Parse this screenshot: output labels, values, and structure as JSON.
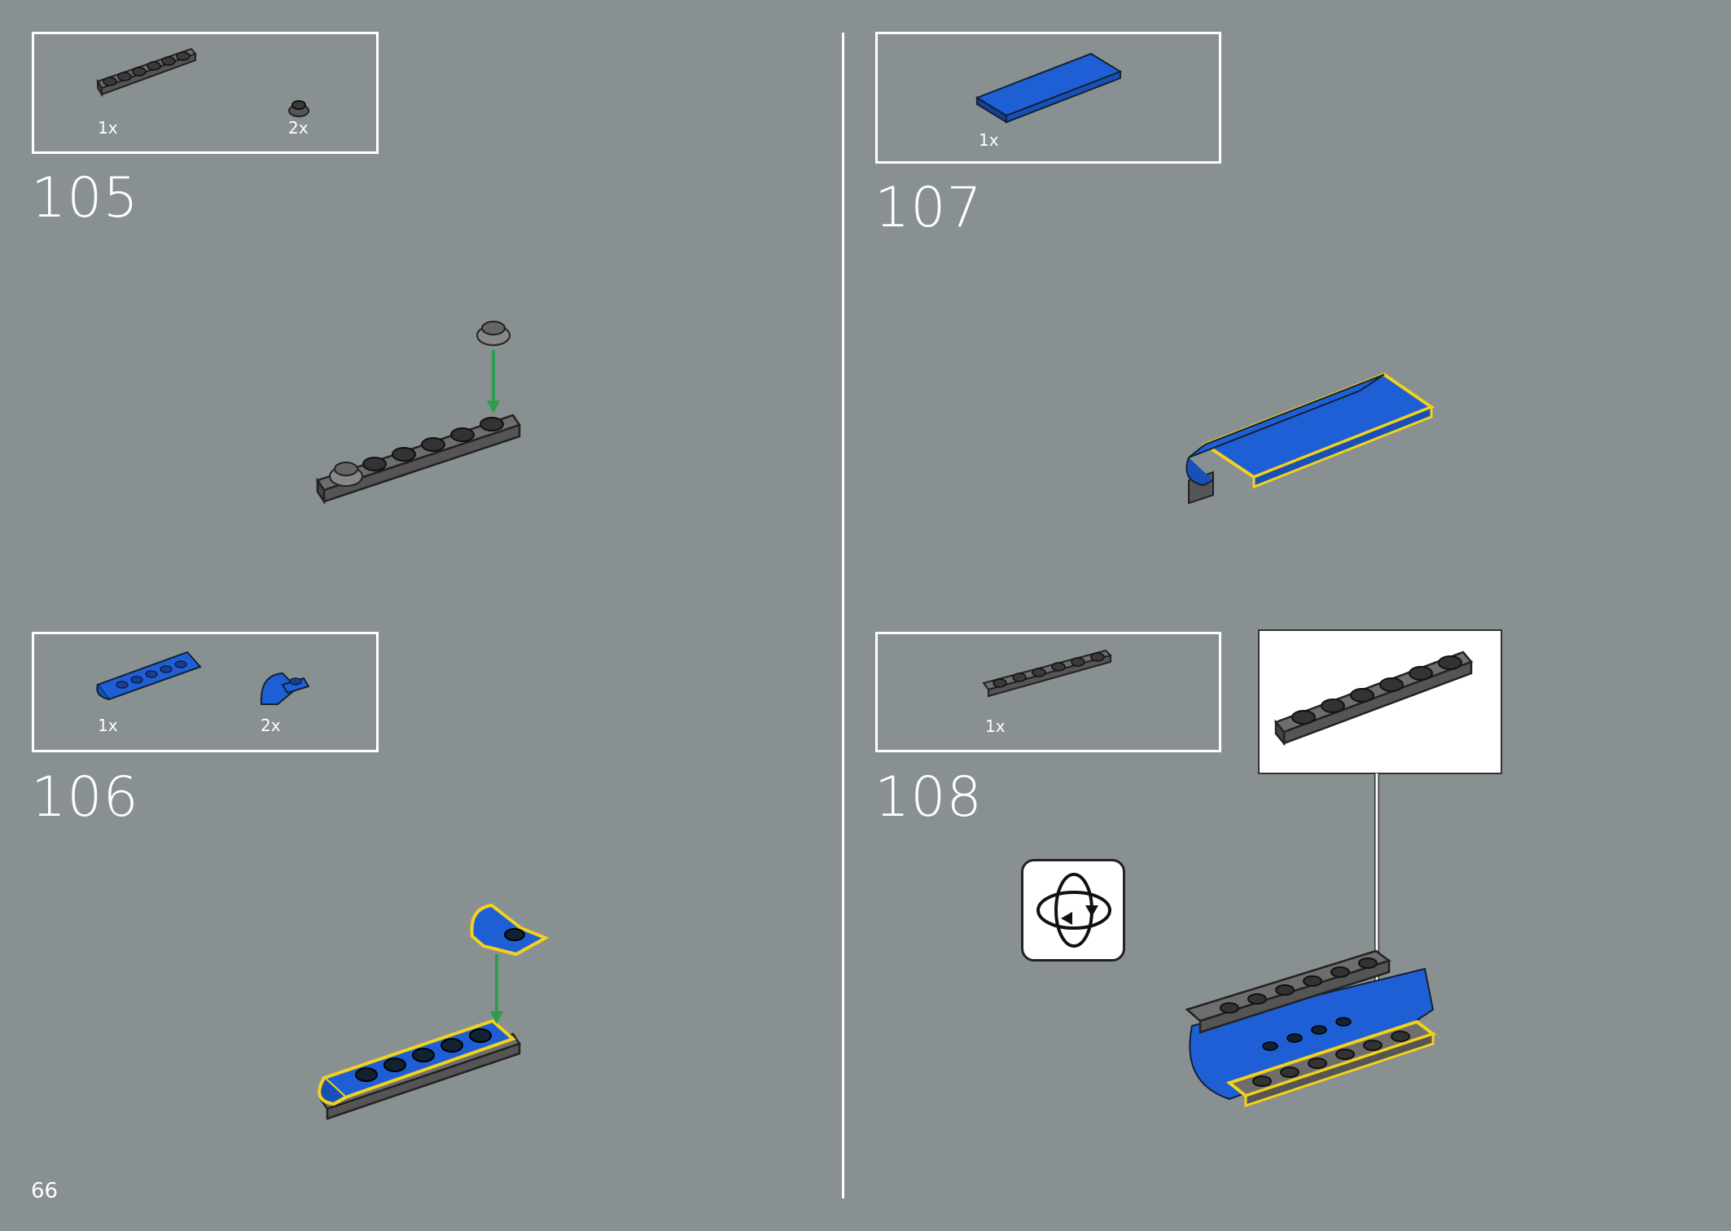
{
  "page": {
    "number": "66"
  },
  "colors": {
    "background": "#899092",
    "dark_gray": "#5a5a5a",
    "blue": "#1f5fd6",
    "highlight": "#f2d21a",
    "arrow_green": "#2e9d4f"
  },
  "steps": [
    {
      "number": "105",
      "parts": [
        {
          "qty": "1x",
          "part": "plate-1x6-dark-gray"
        },
        {
          "qty": "2x",
          "part": "round-plate-1x1-dark-gray"
        }
      ]
    },
    {
      "number": "106",
      "parts": [
        {
          "qty": "1x",
          "part": "curved-slope-1x6-blue"
        },
        {
          "qty": "2x",
          "part": "curved-slope-2x1-blue"
        }
      ]
    },
    {
      "number": "107",
      "parts": [
        {
          "qty": "1x",
          "part": "tile-2x6-blue"
        }
      ]
    },
    {
      "number": "108",
      "parts": [
        {
          "qty": "1x",
          "part": "plate-1x6-dark-gray"
        }
      ],
      "icon": "rotate-model-icon"
    }
  ]
}
